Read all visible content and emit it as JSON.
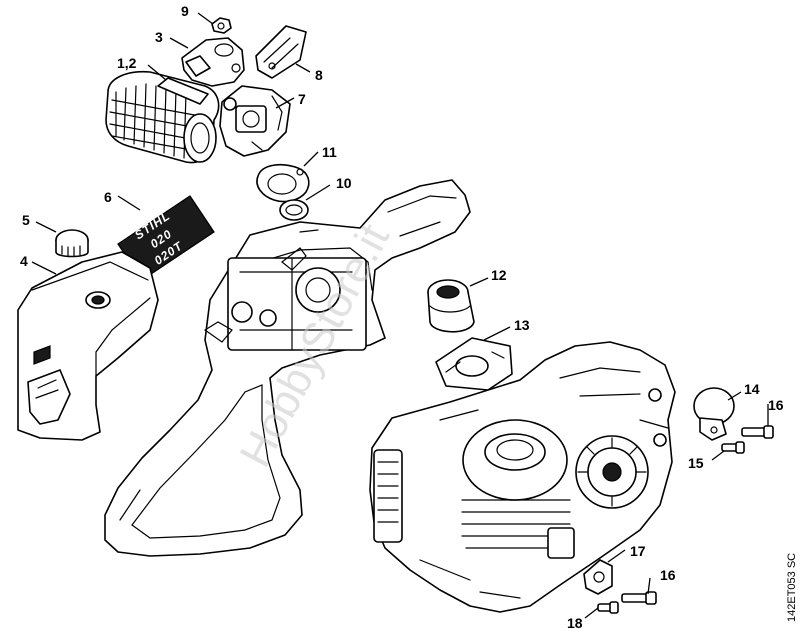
{
  "callouts": {
    "c1": "9",
    "c2": "3",
    "c3": "1,2",
    "c4": "8",
    "c5": "7",
    "c6": "11",
    "c7": "10",
    "c8": "6",
    "c9": "5",
    "c10": "4",
    "c11": "12",
    "c12": "13",
    "c13": "14",
    "c14": "16",
    "c15": "15",
    "c16": "17",
    "c17": "16",
    "c18": "18"
  },
  "decal": {
    "line1": "STIHL",
    "line2": "020",
    "line3": "020T"
  },
  "watermark": "HobbyStore.it",
  "doc_code": "142ET053 SC"
}
